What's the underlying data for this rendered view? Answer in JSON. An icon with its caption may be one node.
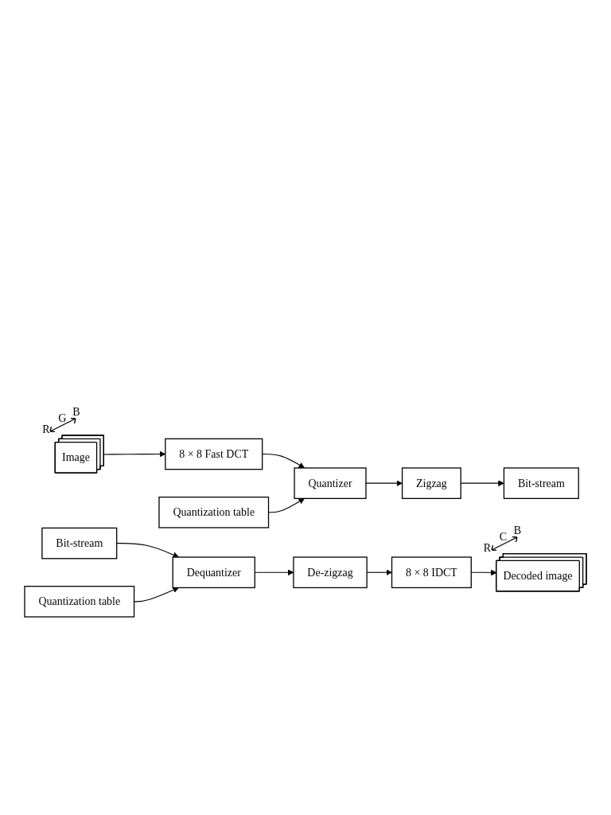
{
  "diagram": {
    "nodes": [
      {
        "text": [
          "Image"
        ]
      },
      {
        "text": [
          "8 × 8 Fast DCT"
        ]
      },
      {
        "text": [
          "Quantization table"
        ]
      },
      {
        "text": [
          "Quantizer"
        ]
      },
      {
        "text": [
          "Zigzag"
        ]
      },
      {
        "text": [
          "Bit-stream"
        ]
      },
      {
        "text": [
          "Bit-stream"
        ]
      },
      {
        "text": [
          "Dequantizer"
        ]
      },
      {
        "text": [
          "Quantization table"
        ]
      },
      {
        "text": [
          "De-zigzag"
        ]
      },
      {
        "text": [
          "8 × 8 IDCT"
        ]
      },
      {
        "text": [
          "Decoded image"
        ]
      }
    ],
    "edges": [
      {
        "from": 0,
        "to": 1,
        "arrow": "to"
      },
      {
        "from": 1,
        "to": 3,
        "arrow": "to"
      },
      {
        "from": 2,
        "to": 3,
        "arrow": "to"
      },
      {
        "from": 3,
        "to": 4,
        "arrow": "to"
      },
      {
        "from": 4,
        "to": 5,
        "arrow": "to"
      },
      {
        "from": 6,
        "to": 7,
        "arrow": "to"
      },
      {
        "from": 8,
        "to": 7,
        "arrow": "to"
      },
      {
        "from": 7,
        "to": 9,
        "arrow": "to"
      },
      {
        "from": 9,
        "to": 10,
        "arrow": "to"
      },
      {
        "from": 10,
        "to": 11,
        "arrow": "to"
      }
    ],
    "labels": [
      "R",
      "G",
      "B",
      "R",
      "C",
      "B"
    ]
  }
}
